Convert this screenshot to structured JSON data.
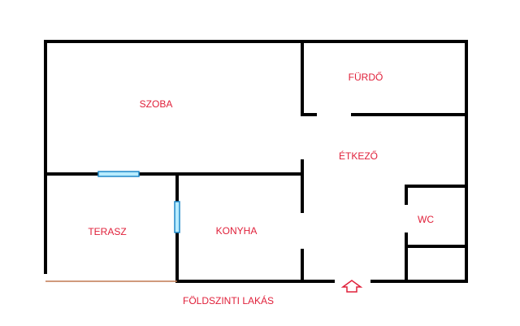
{
  "floor_plan": {
    "caption": "FÖLDSZINTI LAKÁS",
    "rooms": [
      {
        "id": "szoba",
        "label": "SZOBA"
      },
      {
        "id": "furdo",
        "label": "FÜRDŐ"
      },
      {
        "id": "etkezo",
        "label": "ÉTKEZŐ"
      },
      {
        "id": "wc",
        "label": "WC"
      },
      {
        "id": "terasz",
        "label": "TERASZ"
      },
      {
        "id": "konyha",
        "label": "KONYHA"
      }
    ],
    "entrance_symbol": "arrow-up-icon"
  },
  "colors": {
    "wall": "#000000",
    "label_text": "#e0203a",
    "window_fill": "#b8ecff",
    "window_stroke": "#1e88c8",
    "terrace_edge": "#c07850",
    "entrance_arrow": "#e0203a",
    "background": "#ffffff"
  }
}
